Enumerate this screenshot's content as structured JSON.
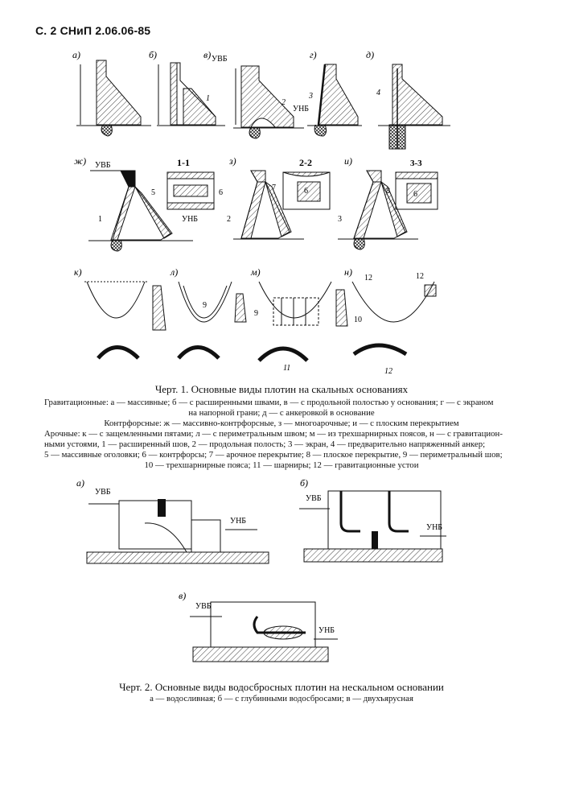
{
  "header": {
    "page_ref": "С. 2 СНиП 2.06.06-85"
  },
  "fig1": {
    "top_labels": [
      "а)",
      "б)",
      "в)",
      "г)",
      "д)"
    ],
    "mid_labels": [
      "ж)",
      "з)",
      "и)"
    ],
    "bottom_labels": [
      "к)",
      "л)",
      "м)",
      "н)"
    ],
    "water_labels": {
      "upstream": "УВБ",
      "downstream": "УНБ"
    },
    "section_titles": [
      "1-1",
      "2-2",
      "3-3"
    ],
    "marks": [
      "1",
      "2",
      "3",
      "4",
      "5",
      "6",
      "7",
      "8",
      "9",
      "10",
      "11",
      "12"
    ],
    "caption": "Черт. 1. Основные виды плотин на скальных основаниях",
    "legend": {
      "gravity": "Гравитационные: а — массивные; б — с расширенными швами, в — с продольной полостью у основания; г — с экраном",
      "gravity_cont": "на напорной грани; д — с анкеровкой в основание",
      "buttress": "Контрфорсные: ж — массивно-контрфорсные, з — многоарочные; и — с плоским перекрытием",
      "arch_1": "Арочные: к — с защемленными пятами; л — с периметральным швом; м — из трехшарнирных поясов, н — с гравитацион-",
      "arch_2": "ными устоями, 1 — расширенный шов, 2 — продольная полость; 3 — экран, 4 — предварительно напряженный анкер;",
      "arch_3": "5 — массивные оголовки; 6 — контрфорсы; 7 — арочное перекрытие; 8 — плоское перекрытие, 9 — периметральный шов;",
      "arch_4": "10 — трехшарнирные пояса; 11 — шарниры; 12 — гравитационные устои"
    }
  },
  "fig2": {
    "labels": [
      "а)",
      "б)",
      "в)"
    ],
    "water_labels": {
      "upstream": "УВБ",
      "downstream": "УНБ"
    },
    "caption": "Черт. 2. Основные виды водосбросных плотин на нескальном основании",
    "legend": "а — водосливная; б — с глубинными водосбросами; в — двухъярусная"
  }
}
